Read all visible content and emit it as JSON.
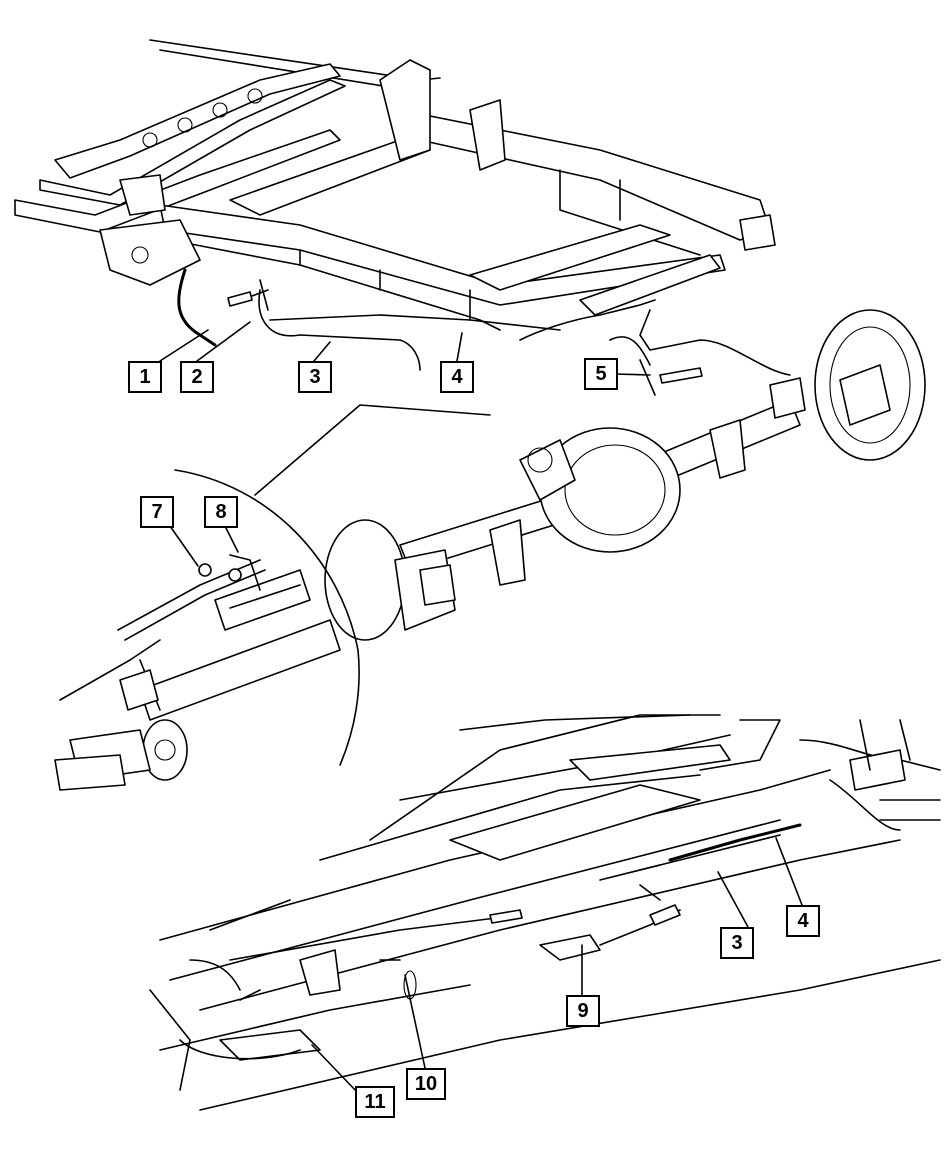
{
  "callouts": {
    "c1": "1",
    "c2": "2",
    "c3_top": "3",
    "c4_top": "4",
    "c5": "5",
    "c7": "7",
    "c8": "8",
    "c3_bottom": "3",
    "c4_bottom": "4",
    "c9": "9",
    "c10": "10",
    "c11": "11"
  }
}
